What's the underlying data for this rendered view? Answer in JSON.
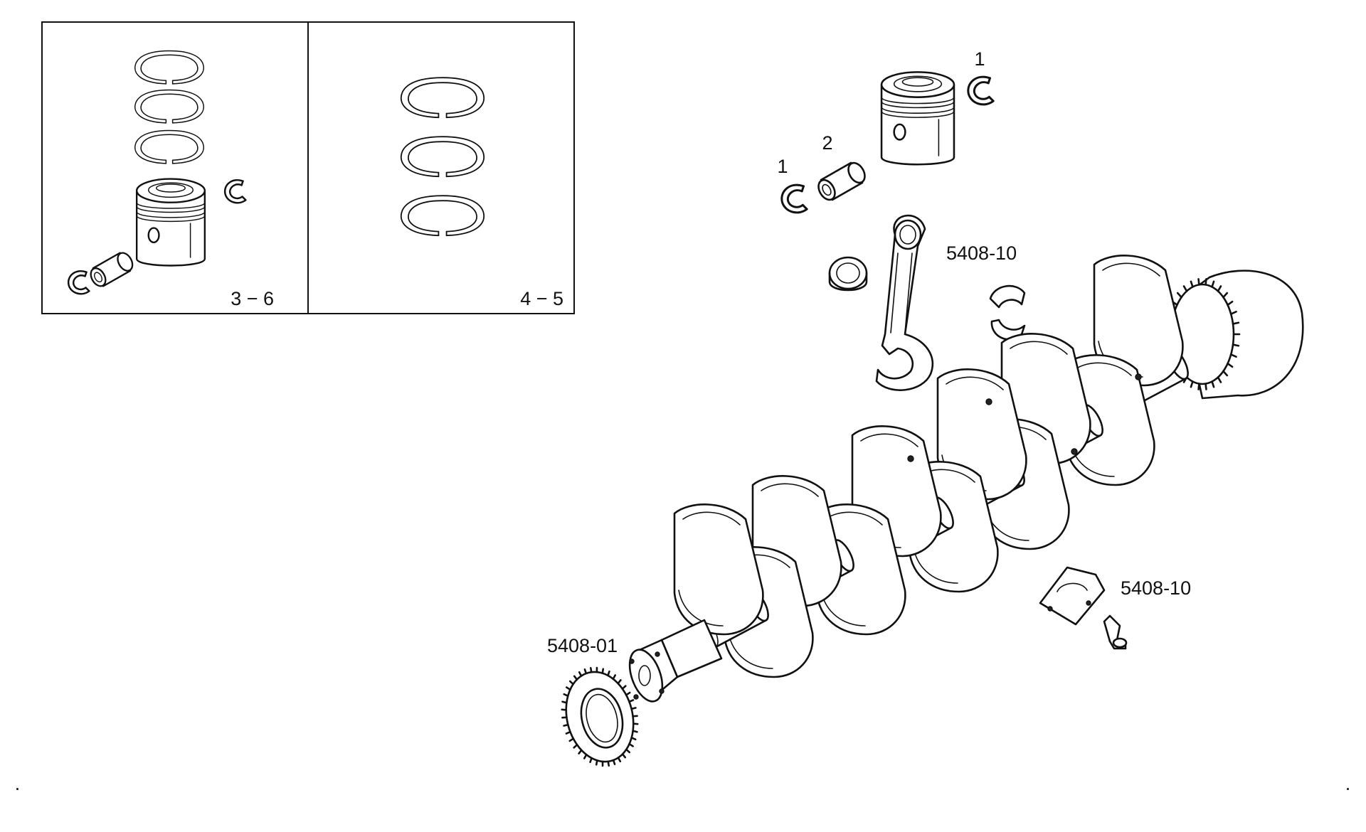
{
  "diagram": {
    "inset_left": {
      "range_label": "3 − 6"
    },
    "inset_right": {
      "range_label": "4 − 5"
    },
    "callouts": {
      "snap_ring_top": "1",
      "pin_bushing": "2",
      "snap_ring_left": "1",
      "conrod_group": "5408-10",
      "main_bearing_group": "5408-10",
      "gear_group": "5408-01"
    },
    "edge_marks": [
      "·",
      "·"
    ]
  }
}
